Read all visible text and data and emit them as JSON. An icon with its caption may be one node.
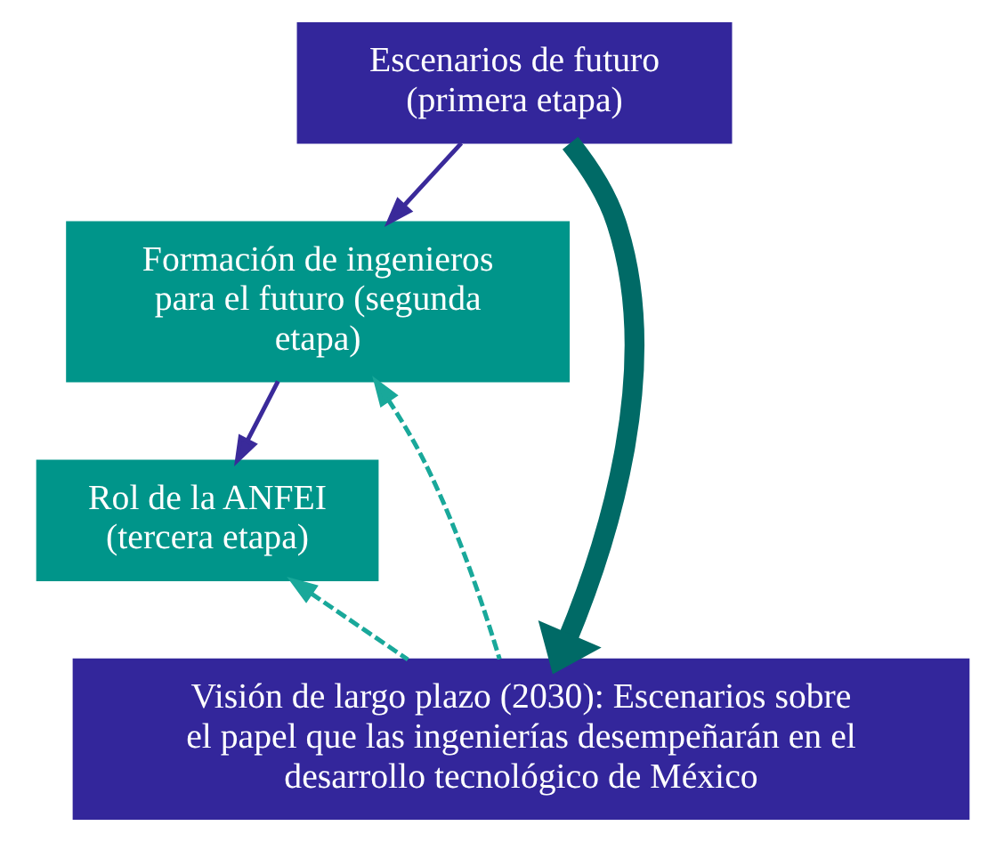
{
  "diagram": {
    "nodes": [
      {
        "text": [
          "Escenarios de futuro (primera etapa)"
        ]
      },
      {
        "text": [
          "Formación de ingenieros para el futuro (segunda etapa)"
        ]
      },
      {
        "text": [
          "Rol de la ANFEI (tercera etapa)"
        ]
      },
      {
        "text": [
          "Visión de largo plazo (2030): Escenarios sobre el papel que las ingenierías desempeñarán en el desarrollo tecnológico de México"
        ]
      }
    ],
    "edges": [
      {
        "from": 0,
        "to": 1,
        "arrow": "to",
        "color": "#3a2a9a"
      },
      {
        "from": 1,
        "to": 2,
        "arrow": "to",
        "color": "#3a2a9a"
      },
      {
        "from": 3,
        "to": 1,
        "arrow": "to",
        "style": "dashed",
        "color": "#19a89a"
      },
      {
        "from": 3,
        "to": 2,
        "arrow": "to",
        "style": "dashed",
        "color": "#19a89a"
      },
      {
        "from": 0,
        "to": 3,
        "arrow": "to",
        "style": "thick",
        "color": "#006a66"
      }
    ]
  }
}
